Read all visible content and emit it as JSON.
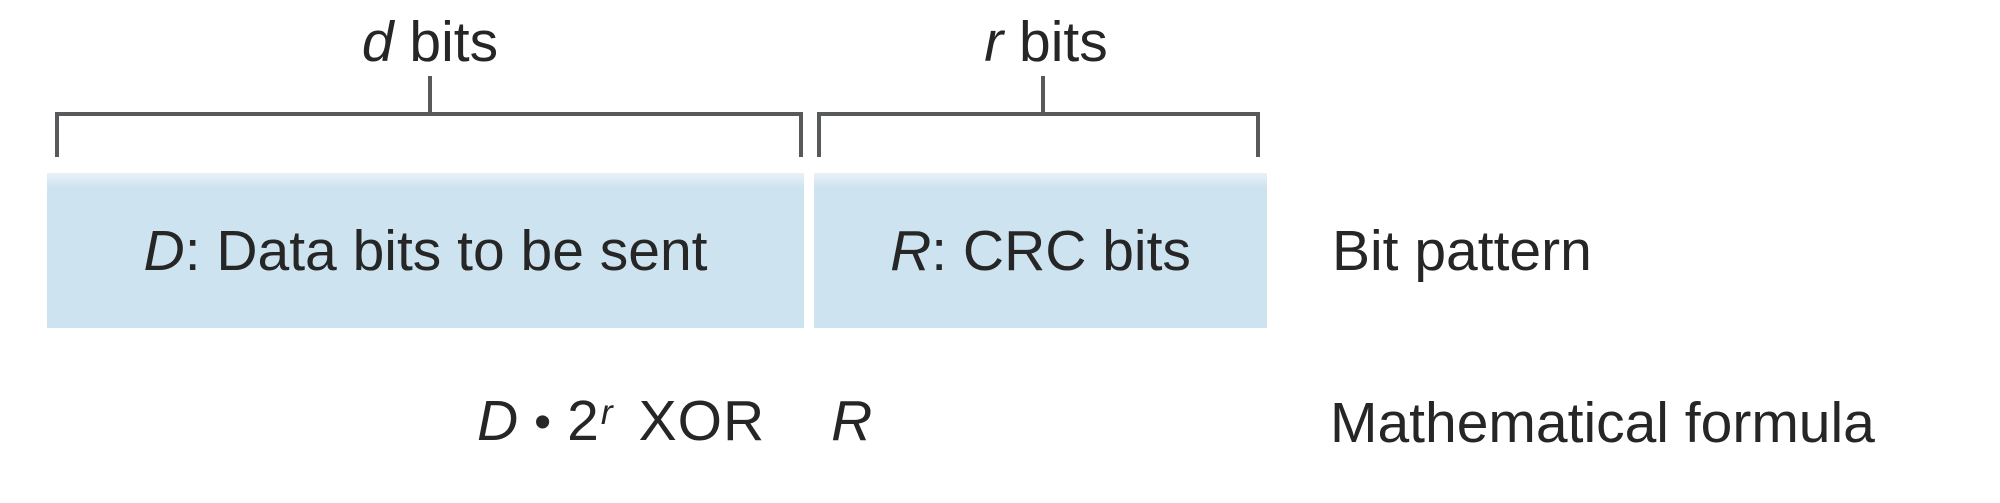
{
  "figure": {
    "top_labels": {
      "d_bits": {
        "var": "d",
        "rest": " bits"
      },
      "r_bits": {
        "var": "r",
        "rest": " bits"
      }
    },
    "boxes": {
      "data_box": {
        "var": "D",
        "rest": ": Data bits to be sent"
      },
      "crc_box": {
        "var": "R",
        "rest": ": CRC bits"
      }
    },
    "row_labels": {
      "bit_pattern": "Bit pattern",
      "math_formula": "Mathematical formula"
    },
    "formula": {
      "d": "D",
      "dot": "•",
      "base": "2",
      "exponent": "r",
      "operator": "XOR",
      "r": "R"
    },
    "colors": {
      "box_fill": "#cee3f0",
      "box_fill_top": "#eaf2f8",
      "line": "#58595b",
      "text": "#262626",
      "bg": "#ffffff"
    }
  }
}
